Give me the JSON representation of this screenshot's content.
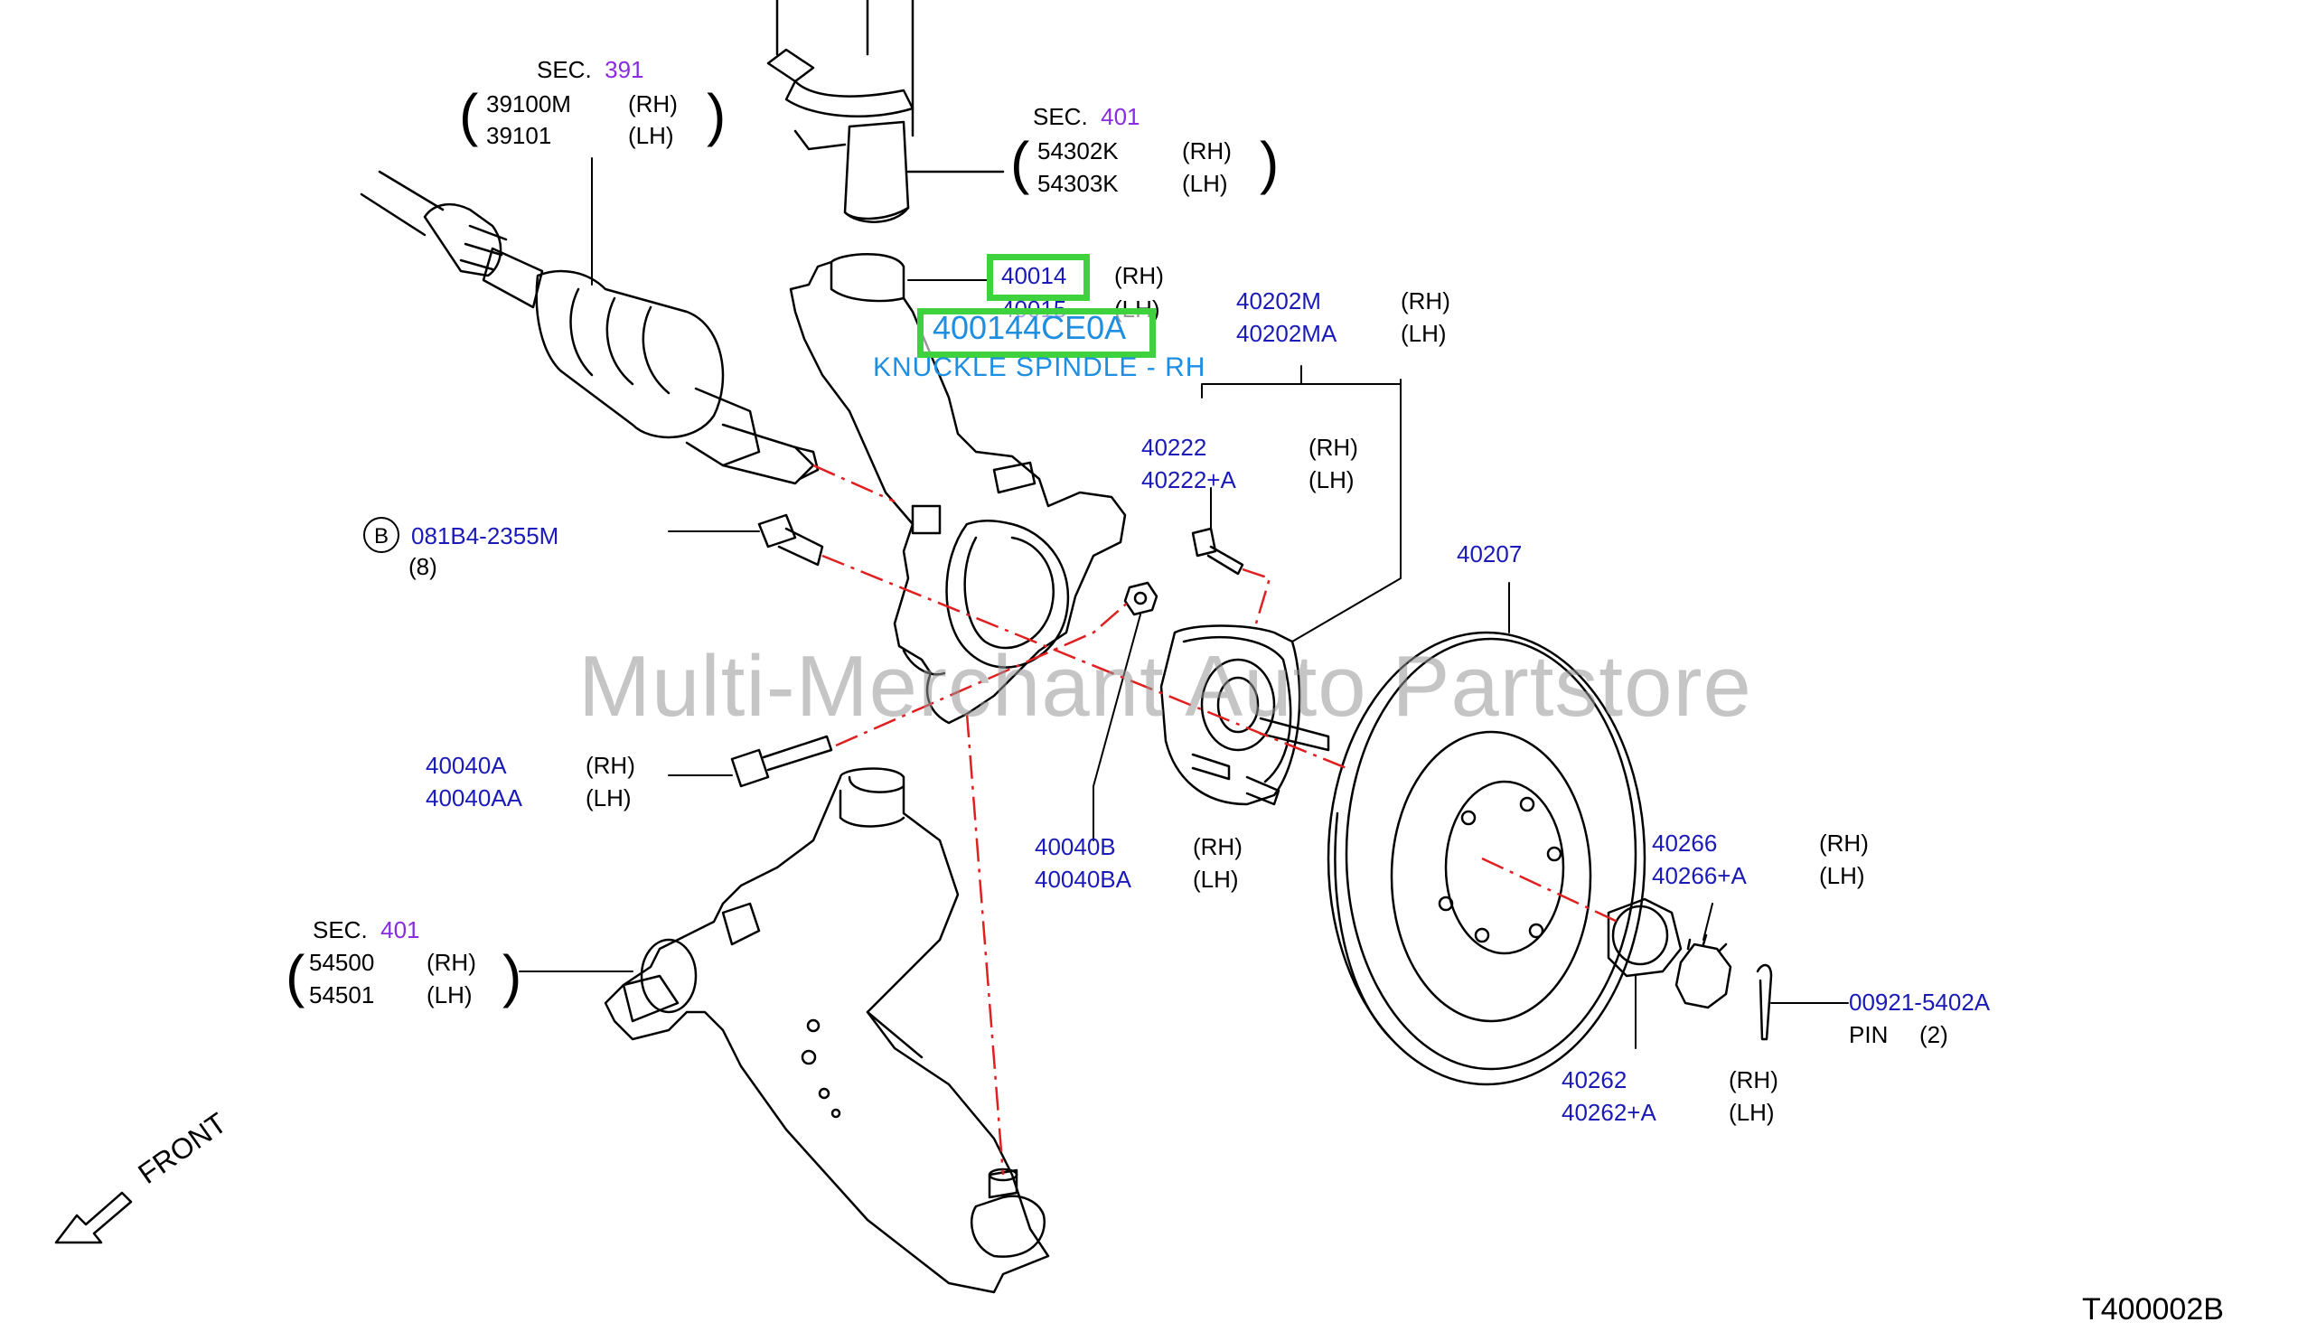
{
  "callouts": {
    "driveshaft": {
      "sec_label": "SEC.",
      "sec_num": "391",
      "rh_part": "39100M",
      "rh_side": "(RH)",
      "lh_part": "39101",
      "lh_side": "(LH)"
    },
    "strut": {
      "sec_label": "SEC.",
      "sec_num": "401",
      "rh_part": "54302K",
      "rh_side": "(RH)",
      "lh_part": "54303K",
      "lh_side": "(LH)"
    },
    "knuckle": {
      "rh_part": "40014",
      "rh_side": "(RH)",
      "lh_part": "40015",
      "lh_side": "(LH)"
    },
    "highlight": {
      "part_number": "400144CE0A",
      "description": "KNUCKLE SPINDLE - RH"
    },
    "hub": {
      "rh_part": "40202M",
      "rh_side": "(RH)",
      "lh_part": "40202MA",
      "lh_side": "(LH)"
    },
    "stud": {
      "rh_part": "40222",
      "rh_side": "(RH)",
      "lh_part": "40222+A",
      "lh_side": "(LH)"
    },
    "bolt_b": {
      "marker": "B",
      "part": "081B4-2355M",
      "qty": "(8)"
    },
    "rotor": {
      "part": "40207"
    },
    "knuckle_bolt": {
      "rh_part": "40040A",
      "rh_side": "(RH)",
      "lh_part": "40040AA",
      "lh_side": "(LH)"
    },
    "knuckle_nut": {
      "rh_part": "40040B",
      "rh_side": "(RH)",
      "lh_part": "40040BA",
      "lh_side": "(LH)"
    },
    "lock_cap": {
      "rh_part": "40266",
      "rh_side": "(RH)",
      "lh_part": "40266+A",
      "lh_side": "(LH)"
    },
    "lower_arm": {
      "sec_label": "SEC.",
      "sec_num": "401",
      "rh_part": "54500",
      "rh_side": "(RH)",
      "lh_part": "54501",
      "lh_side": "(LH)"
    },
    "pin": {
      "part": "00921-5402A",
      "name": "PIN",
      "qty": "(2)"
    },
    "hub_nut": {
      "rh_part": "40262",
      "rh_side": "(RH)",
      "lh_part": "40262+A",
      "lh_side": "(LH)"
    }
  },
  "watermark": "Multi-Merchant Auto Partstore",
  "direction_label": "FRONT",
  "diagram_code": "T400002B",
  "colors": {
    "part_blue": "#1a1ab8",
    "section_purple": "#8a2be2",
    "highlight_green": "#3fd23f",
    "highlight_text": "#1e8fe0",
    "centerline_red": "#e02020"
  }
}
